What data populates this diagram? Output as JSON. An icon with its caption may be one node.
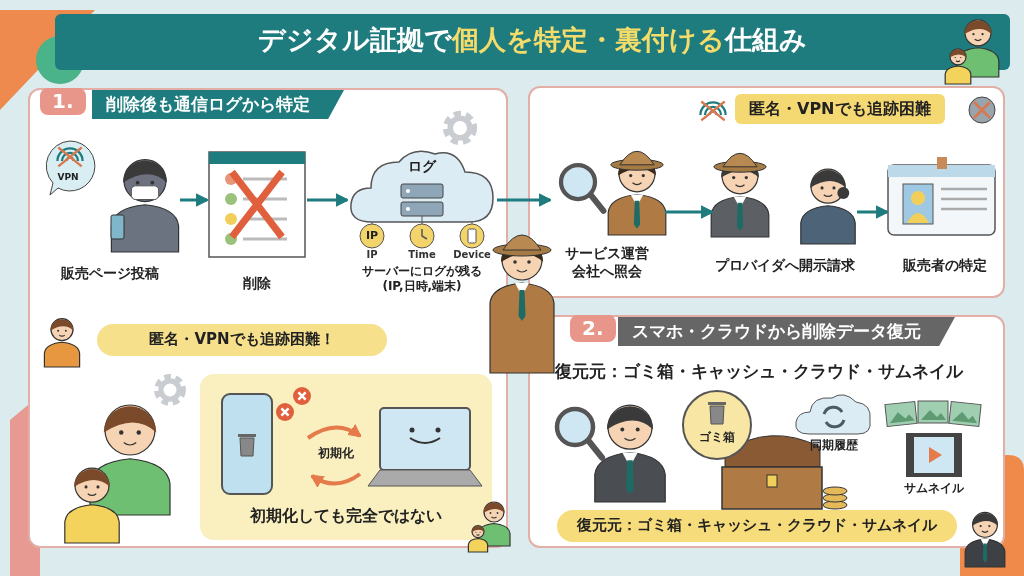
{
  "diagram": {
    "title": "デジタル証拠で**個人を特定・裏付ける**仕組み",
    "nodes": [
      {
        "text": [
          "1.",
          "削除後も通信ログから特定"
        ]
      },
      {
        "text": [
          "販売ページ投稿"
        ],
        "in": 0
      },
      {
        "text": [
          "削除"
        ],
        "in": 0
      },
      {
        "text": [
          "ログ",
          "IP",
          "IP",
          "Time",
          "Device",
          "サーバーにログが残る(IP,日時,端末)"
        ],
        "in": 0
      },
      {
        "text": [
          "匿名・VPNでも追跡困難！"
        ],
        "in": 0
      },
      {
        "text": [
          "初期化",
          "初期化しても完全ではない"
        ],
        "in": 0
      },
      {
        "text": [
          "匿名・VPNでも追跡困難"
        ]
      },
      {
        "text": [
          "サービス運営会社へ照会"
        ],
        "in": 6
      },
      {
        "text": [
          "プロバイダへ開示請求"
        ],
        "in": 6
      },
      {
        "text": [
          "販売者の特定"
        ],
        "in": 6
      },
      {
        "text": [
          "2.",
          "スマホ・クラウドから削除データ復元",
          "復元元：ゴミ箱・キャッシュ・クラウド・サムネイル"
        ]
      },
      {
        "text": [
          "ゴミ箱"
        ],
        "in": 10
      },
      {
        "text": [
          "同期履歴"
        ],
        "in": 10
      },
      {
        "text": [
          "サムネイル"
        ],
        "in": 10
      },
      {
        "text": [
          "復元元：ゴミ箱・キャッシュ・クラウド・サムネイル"
        ],
        "in": 10
      }
    ],
    "edges": [
      {
        "from": 1,
        "to": 2,
        "arrow": "to"
      },
      {
        "from": 2,
        "to": 3,
        "arrow": "to"
      },
      {
        "from": 3,
        "to": 7,
        "arrow": "to"
      },
      {
        "from": 7,
        "to": 8,
        "arrow": "to"
      },
      {
        "from": 8,
        "to": 9,
        "arrow": "to"
      }
    ],
    "labels": [
      "VPN"
    ]
  }
}
